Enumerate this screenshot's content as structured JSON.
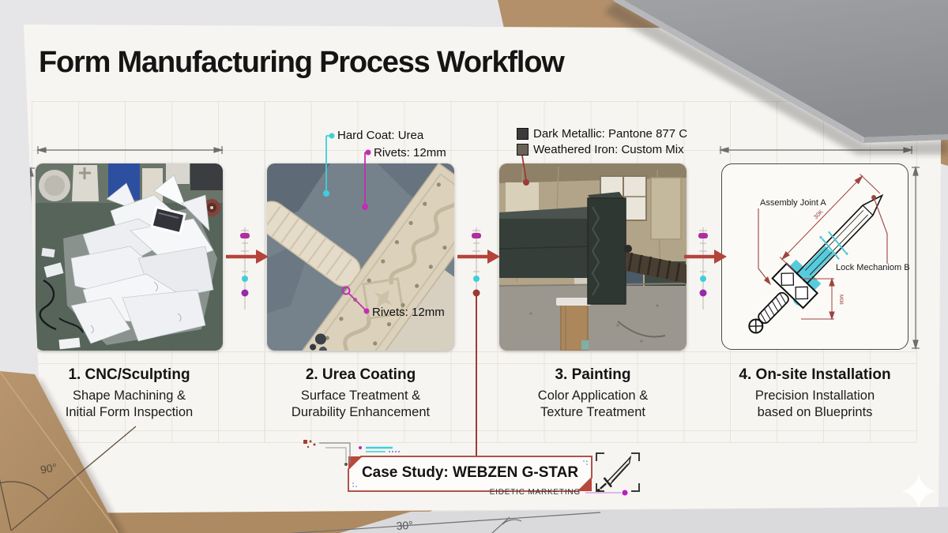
{
  "title": "Form Manufacturing Process Workflow",
  "steps": [
    {
      "name": "1. CNC/Sculpting",
      "desc_line1": "Shape Machining &",
      "desc_line2": "Initial Form Inspection"
    },
    {
      "name": "2. Urea Coating",
      "desc_line1": "Surface Treatment &",
      "desc_line2": "Durability Enhancement"
    },
    {
      "name": "3. Painting",
      "desc_line1": "Color Application &",
      "desc_line2": "Texture Treatment"
    },
    {
      "name": "4. On-site Installation",
      "desc_line1": "Precision Installation",
      "desc_line2": "based on Blueprints"
    }
  ],
  "annotations": {
    "hard_coat": "Hard Coat: Urea",
    "rivets_top": "Rivets: 12mm",
    "rivets_bottom": "Rivets: 12mm",
    "legend": [
      {
        "label": "Dark Metallic: Pantone 877 C",
        "swatch": "#3b3b3b"
      },
      {
        "label": "Weathered Iron: Custom Mix",
        "swatch": "#6b6257"
      }
    ]
  },
  "blueprint": {
    "joint_label": "Assembly Joint A",
    "lock_label": "Lock Mechaniom B",
    "dim_diagonal": "30K",
    "dim_vertical": "M08"
  },
  "case_study": {
    "label": "Case Study: WEBZEN G-STAR",
    "footer": "EIDETIC MARKETING"
  },
  "background": {
    "angle_left": "90°",
    "angle_bottom": "30°"
  },
  "colors": {
    "arrow_red": "#b5433a",
    "leader_dark_red": "#9c3b35",
    "magenta": "#ae2f9e",
    "cyan": "#3ecfdb",
    "slide_bg": "#f7f5f1",
    "kraft": "#b3906a",
    "foam_board_gray": "#94969a"
  }
}
